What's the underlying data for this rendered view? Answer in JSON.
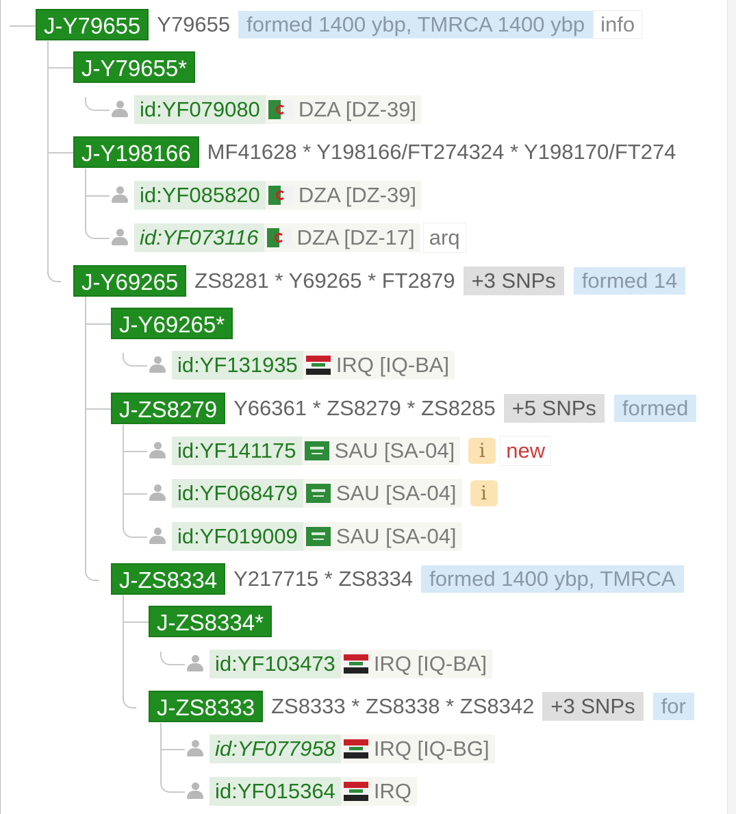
{
  "colors": {
    "node_bg": "#1f8c1f",
    "formed_bg": "#d7e9f7",
    "snp_more_bg": "#dedede",
    "sample_id_color": "#1f7a1f",
    "new_color": "#d13b3b",
    "info_badge_bg": "#fbe3b4"
  },
  "root": {
    "name": "J-Y79655",
    "snps": "Y79655",
    "formed": "formed 1400 ybp, TMRCA 1400 ybp",
    "info": "info"
  },
  "y79655_star": {
    "name": "J-Y79655*"
  },
  "s_yf079080": {
    "id": "id:YF079080",
    "flag": "dza-flag",
    "loc": "DZA [DZ-39]"
  },
  "y198166": {
    "name": "J-Y198166",
    "snps": "MF41628 * Y198166/FT274324 * Y198170/FT274"
  },
  "s_yf085820": {
    "id": "id:YF085820",
    "flag": "dza-flag",
    "loc": "DZA [DZ-39]"
  },
  "s_yf073116": {
    "id": "id:YF073116",
    "flag": "dza-flag",
    "loc": "DZA [DZ-17]",
    "lang": "arq"
  },
  "y69265": {
    "name": "J-Y69265",
    "snps": "ZS8281 * Y69265 * FT2879",
    "more": "+3 SNPs",
    "formed": "formed 14"
  },
  "y69265_star": {
    "name": "J-Y69265*"
  },
  "s_yf131935": {
    "id": "id:YF131935",
    "flag": "irq-flag",
    "loc": "IRQ [IQ-BA]"
  },
  "zs8279": {
    "name": "J-ZS8279",
    "snps": "Y66361 * ZS8279 * ZS8285",
    "more": "+5 SNPs",
    "formed": "formed"
  },
  "s_yf141175": {
    "id": "id:YF141175",
    "flag": "sau-flag",
    "loc": "SAU [SA-04]",
    "info_badge": "i",
    "new": "new"
  },
  "s_yf068479": {
    "id": "id:YF068479",
    "flag": "sau-flag",
    "loc": "SAU [SA-04]",
    "info_badge": "i"
  },
  "s_yf019009": {
    "id": "id:YF019009",
    "flag": "sau-flag",
    "loc": "SAU [SA-04]"
  },
  "zs8334": {
    "name": "J-ZS8334",
    "snps": "Y217715 * ZS8334",
    "formed": "formed 1400 ybp, TMRCA"
  },
  "zs8334_star": {
    "name": "J-ZS8334*"
  },
  "s_yf103473": {
    "id": "id:YF103473",
    "flag": "irq-flag",
    "loc": "IRQ [IQ-BA]"
  },
  "zs8333": {
    "name": "J-ZS8333",
    "snps": "ZS8333 * ZS8338 * ZS8342",
    "more": "+3 SNPs",
    "formed": "for"
  },
  "s_yf077958": {
    "id": "id:YF077958",
    "flag": "irq-flag",
    "loc": "IRQ [IQ-BG]"
  },
  "s_yf015364": {
    "id": "id:YF015364",
    "flag": "irq-flag",
    "loc": "IRQ"
  }
}
